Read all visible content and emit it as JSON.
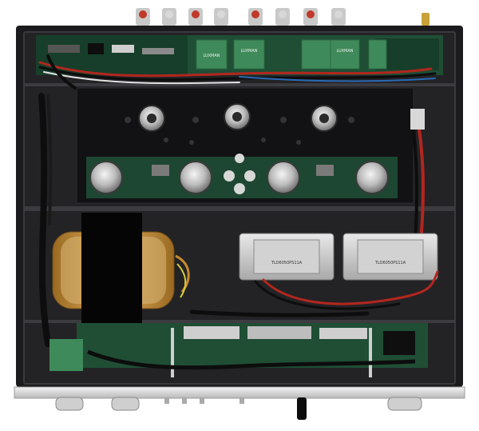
{
  "board_labels": [
    "LUXMAN",
    "LUXMAN",
    "LUXMAN"
  ],
  "transformer_labels": [
    "TLO6050PS11A",
    "TLO6050PS11A"
  ],
  "colors": {
    "chassis": "#1b1b1d",
    "pcb_green": "#1f4e35",
    "relay_green": "#3f8a5a",
    "front_panel": "#d9d9d9",
    "copper": "#c78a2f",
    "wire_red": "#b3261e"
  }
}
